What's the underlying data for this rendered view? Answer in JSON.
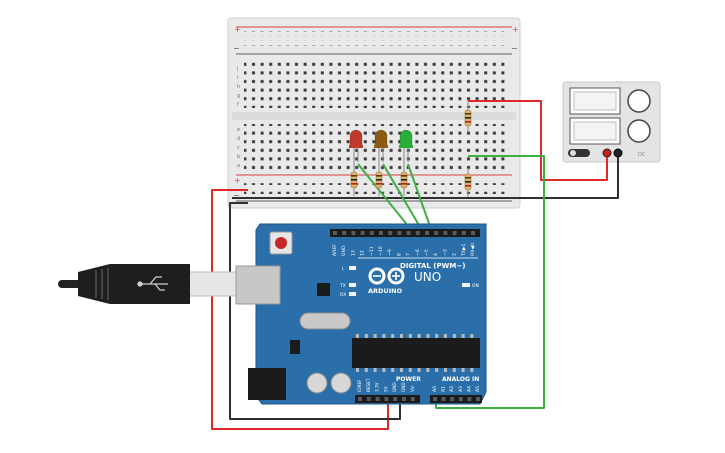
{
  "breadboard": {
    "rail_plus": "+",
    "rail_minus": "−",
    "row_letters_top": [
      "j",
      "i",
      "h",
      "g",
      "f"
    ],
    "row_letters_bottom": [
      "e",
      "d",
      "c",
      "b",
      "a"
    ]
  },
  "arduino": {
    "logo_text": "ARDUINO",
    "model": "UNO",
    "digital_label": "DIGITAL (PWM~)",
    "power_label": "POWER",
    "analog_label": "ANALOG IN",
    "led_l": "L",
    "led_tx": "TX",
    "led_rx": "RX",
    "led_on": "ON",
    "digital_pins": [
      "AREF",
      "GND",
      "13",
      "12",
      "~11",
      "~10",
      "~9",
      "8",
      "7",
      "~6",
      "~5",
      "4",
      "~3",
      "2",
      "TX▶1",
      "RX◀0"
    ],
    "power_pins": [
      "IOREF",
      "RESET",
      "3.3V",
      "5V",
      "GND",
      "GND",
      "Vin"
    ],
    "analog_pins": [
      "A0",
      "A1",
      "A2",
      "A3",
      "A4",
      "A5"
    ]
  },
  "leds": [
    {
      "color": "#c0392b"
    },
    {
      "color": "#8b5a14"
    },
    {
      "color": "#27ae3a"
    }
  ],
  "wire_colors": {
    "red": "#e02828",
    "black": "#303030",
    "green": "#3cb043"
  },
  "power_supply": {
    "label": "DC"
  }
}
